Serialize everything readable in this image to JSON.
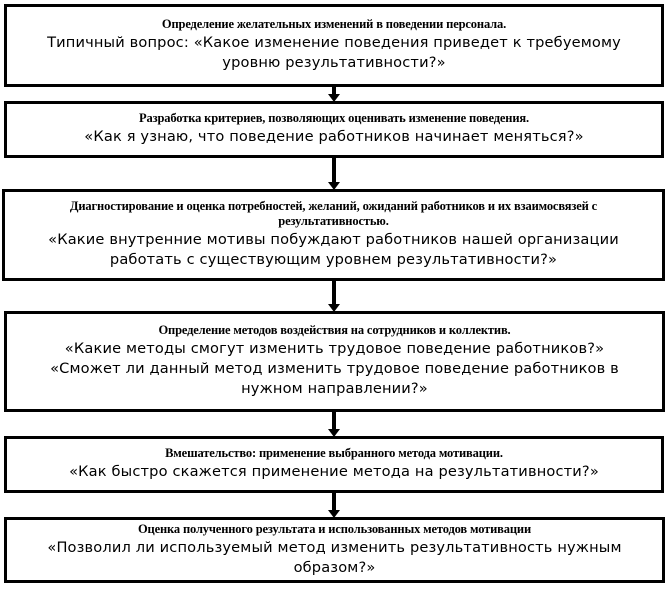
{
  "diagram": {
    "type": "vertical-flowchart",
    "orientation": "top-to-bottom",
    "language": "ru",
    "node_count": 6,
    "connector_count": 5,
    "colors": {
      "border": "#000000",
      "background": "#ffffff",
      "text": "#000000",
      "arrow": "#000000"
    },
    "nodes": [
      {
        "id": "box-1",
        "heading": "Определение желательных изменений в поведении персонала.",
        "body_lines": [
          "Типичный вопрос: «Какое изменение поведения приведет к требуемому",
          "уровню результативности?»"
        ]
      },
      {
        "id": "box-2",
        "heading": "Разработка критериев, позволяющих оценивать изменение поведения.",
        "body_lines": [
          "«Как я узнаю, что поведение работников начинает меняться?»"
        ]
      },
      {
        "id": "box-3",
        "heading": "Диагностирование и оценка потребностей, желаний, ожиданий работников и их взаимосвязей с результативностью.",
        "body_lines": [
          "«Какие внутренние мотивы побуждают работников нашей организации",
          "работать с существующим уровнем результативности?»"
        ]
      },
      {
        "id": "box-4",
        "heading": "Определение методов воздействия на сотрудников и коллектив.",
        "body_lines": [
          "«Какие методы смогут изменить трудовое поведение работников?»",
          "«Сможет ли данный метод изменить трудовое поведение работников в",
          "нужном направлении?»"
        ]
      },
      {
        "id": "box-5",
        "heading": "Вмешательство: применение выбранного метода мотивации.",
        "body_lines": [
          "«Как быстро скажется применение метода на результативности?»"
        ]
      },
      {
        "id": "box-6",
        "heading": "Оценка полученного результата и использованных методов мотивации",
        "body_lines": [
          "«Позволил ли используемый метод изменить результативность нужным",
          "образом?»"
        ]
      }
    ],
    "connectors": [
      {
        "id": "arrow-1",
        "from": "box-1",
        "to": "box-2",
        "icon": "arrow-down-icon"
      },
      {
        "id": "arrow-2",
        "from": "box-2",
        "to": "box-3",
        "icon": "arrow-down-icon"
      },
      {
        "id": "arrow-3",
        "from": "box-3",
        "to": "box-4",
        "icon": "arrow-down-icon"
      },
      {
        "id": "arrow-4",
        "from": "box-4",
        "to": "box-5",
        "icon": "arrow-down-icon"
      },
      {
        "id": "arrow-5",
        "from": "box-5",
        "to": "box-6",
        "icon": "arrow-down-icon"
      }
    ]
  }
}
